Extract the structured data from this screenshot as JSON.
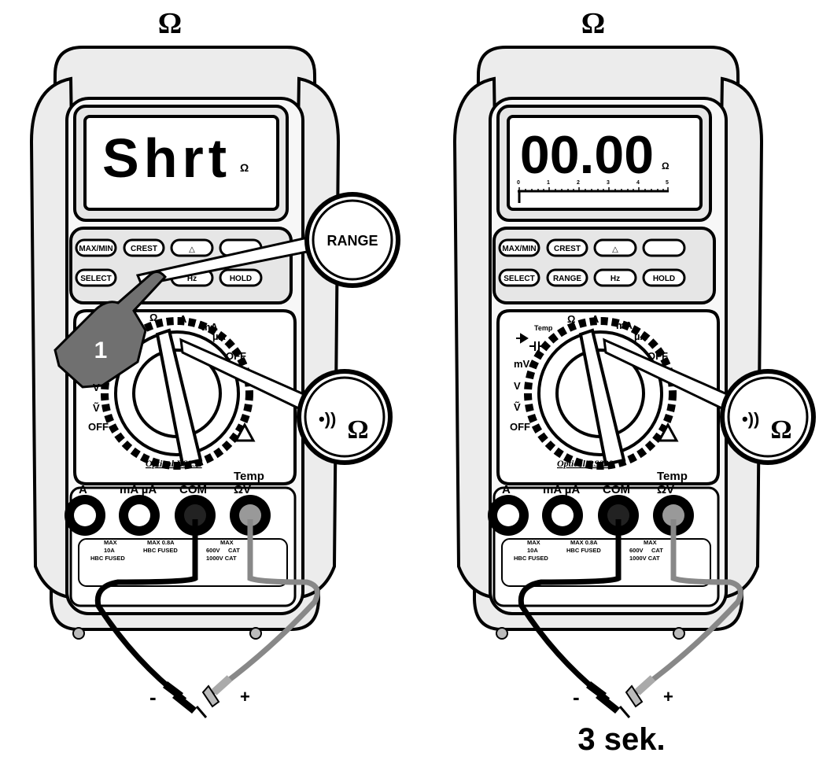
{
  "colors": {
    "outline": "#000000",
    "bezel": "#e6e6e6",
    "screen": "#ffffff",
    "finger": "#707070",
    "gray_lead": "#8a8a8a"
  },
  "left_meter": {
    "symbol": "Ω",
    "display": {
      "text": "Shrt",
      "unit": "Ω"
    },
    "buttons": [
      "MAX/MIN",
      "CREST",
      "△",
      "SELECT",
      "Hz",
      "HOLD"
    ],
    "callout_button": "RANGE",
    "step_number": "1",
    "dial_labels": [
      "Ω",
      "A",
      "mA",
      "µA",
      "OFF",
      "V",
      "Ṽ",
      "OFF"
    ],
    "dial_callout": "Ω",
    "brand": "Optical RS232",
    "terminal_labels": [
      "A",
      "mA µA",
      "COM",
      "Temp",
      "ΩV"
    ],
    "ratings": [
      "MAX",
      "10A",
      "HBC FUSED",
      "MAX 0.8A",
      "HBC FUSED",
      "MAX",
      "CAT",
      "600V",
      "1000V CAT"
    ],
    "probe_minus": "-",
    "probe_plus": "+"
  },
  "right_meter": {
    "symbol": "Ω",
    "display": {
      "text": "00.00",
      "unit": "Ω",
      "scale": [
        "0",
        "1",
        "2",
        "3",
        "4",
        "5"
      ]
    },
    "buttons": [
      "MAX/MIN",
      "CREST",
      "△",
      "SELECT",
      "RANGE",
      "Hz",
      "HOLD"
    ],
    "dial_labels": [
      "Temp",
      "Ω",
      "A",
      "mA",
      "µA",
      "OFF",
      "mV",
      "V",
      "Ṽ",
      "OFF"
    ],
    "dial_callout": "Ω",
    "brand": "Optical RS232",
    "terminal_labels": [
      "A",
      "mA µA",
      "COM",
      "Temp",
      "ΩV"
    ],
    "ratings": [
      "MAX",
      "10A",
      "HBC FUSED",
      "MAX 0.8A",
      "HBC FUSED",
      "MAX",
      "CAT",
      "600V",
      "1000V CAT"
    ],
    "probe_minus": "-",
    "probe_plus": "+"
  },
  "caption": "3 sek."
}
